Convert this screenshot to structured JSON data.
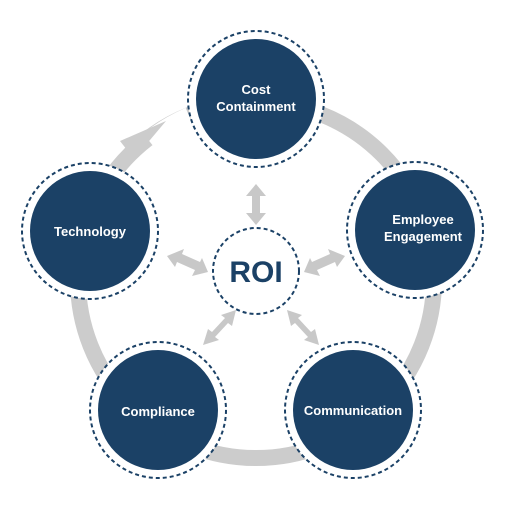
{
  "colors": {
    "node_fill": "#1b4166",
    "node_outline": "#1b4166",
    "ring": "#cccccc",
    "arrow": "#c8c8c8",
    "center_text": "#1b4166",
    "node_text": "#ffffff"
  },
  "center": {
    "label": "ROI"
  },
  "nodes": [
    {
      "id": "cost-containment",
      "lines": [
        "Cost",
        "Containment"
      ]
    },
    {
      "id": "employee-engagement",
      "lines": [
        "Employee",
        "Engagement"
      ]
    },
    {
      "id": "communication",
      "lines": [
        "Communication"
      ]
    },
    {
      "id": "compliance",
      "lines": [
        "Compliance"
      ]
    },
    {
      "id": "technology",
      "lines": [
        "Technology"
      ]
    }
  ]
}
